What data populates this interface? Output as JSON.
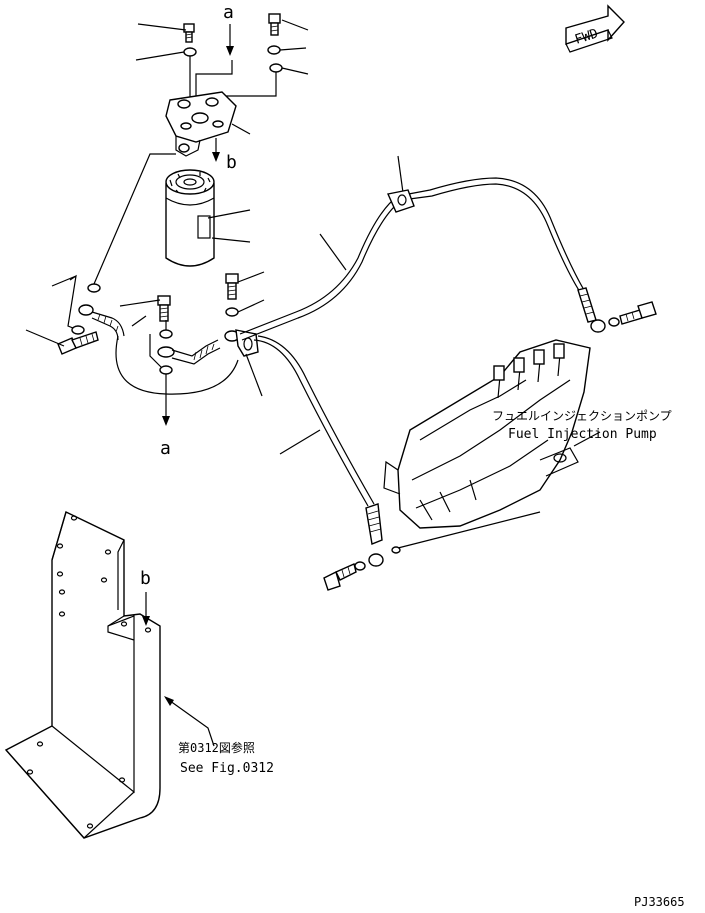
{
  "direction_mark": {
    "text": "FWD"
  },
  "callouts": {
    "a_top": "a",
    "a_bottom": "a",
    "b_filter": "b",
    "b_bracket": "b"
  },
  "injection_pump": {
    "label_jp": "フュエルインジェクションポンプ",
    "label_en": "Fuel Injection Pump"
  },
  "bracket_reference": {
    "label_jp": "第0312図参照",
    "label_en": "See Fig.0312"
  },
  "drawing_number": "PJ33665"
}
